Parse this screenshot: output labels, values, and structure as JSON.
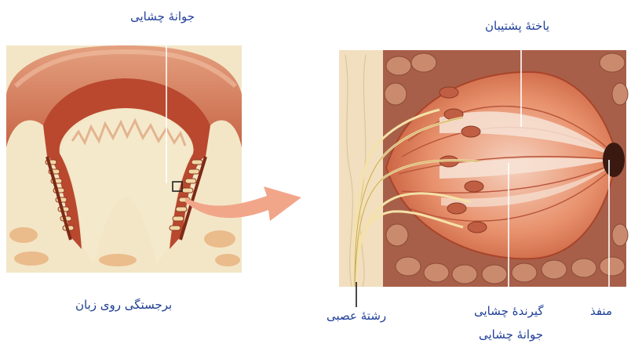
{
  "labels": {
    "taste_bud_top": "جوانهٔ چشایی",
    "supporting_cell": "یاختهٔ پشتیبان",
    "caption_papilla": "برجستگی روی زبان",
    "nerve_fiber": "رشتهٔ عصبی",
    "taste_receptor": "گیرندهٔ چشایی",
    "pore": "منفذ",
    "taste_bud_bottom": "جوانهٔ چشایی"
  }
}
